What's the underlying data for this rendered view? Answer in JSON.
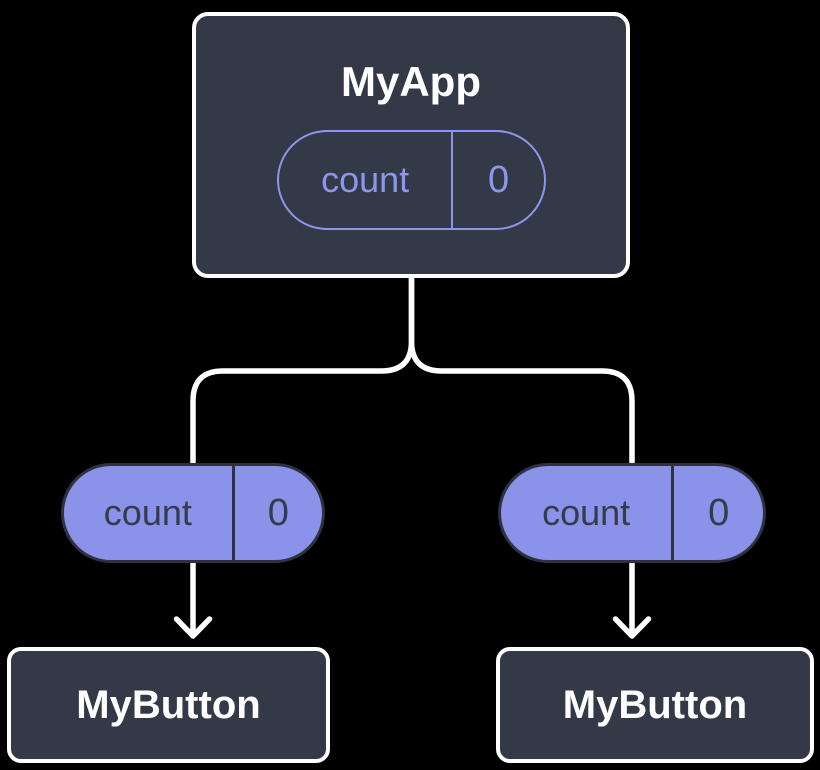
{
  "theme": {
    "background": "#000000",
    "node_fill": "#333947",
    "node_border": "#ffffff",
    "node_text": "#ffffff",
    "pill_fill": "#8b92e9",
    "pill_outline": "#8c96ee",
    "pill_text_dark": "#343b49",
    "pill_stroke_dark": "#2c323f",
    "connector": "#ffffff"
  },
  "diagram": {
    "root": {
      "title": "MyApp",
      "state": {
        "name": "count",
        "value": "0"
      }
    },
    "props": [
      {
        "name": "count",
        "value": "0"
      },
      {
        "name": "count",
        "value": "0"
      }
    ],
    "children": [
      {
        "title": "MyButton"
      },
      {
        "title": "MyButton"
      }
    ]
  }
}
